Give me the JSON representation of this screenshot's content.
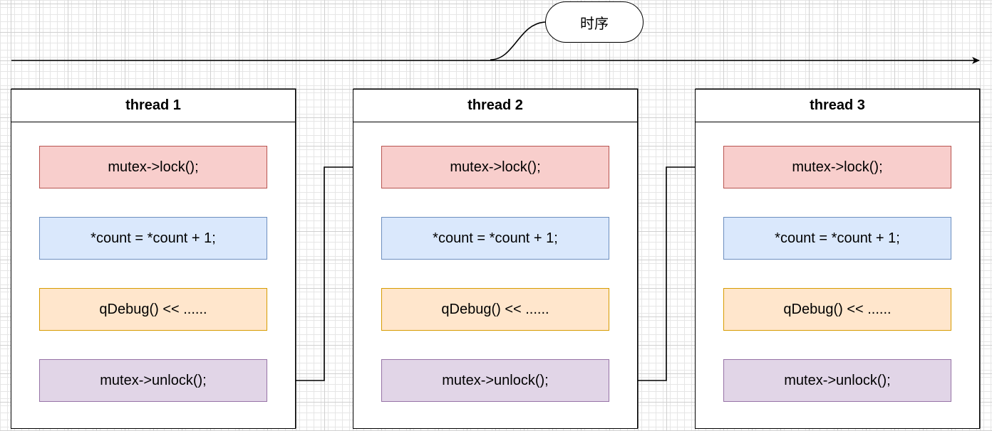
{
  "callout": {
    "label": "时序"
  },
  "threads": [
    {
      "title": "thread 1",
      "steps": [
        "mutex->lock();",
        "*count = *count + 1;",
        "qDebug() << ......",
        "mutex->unlock();"
      ]
    },
    {
      "title": "thread 2",
      "steps": [
        "mutex->lock();",
        "*count = *count + 1;",
        "qDebug() << ......",
        "mutex->unlock();"
      ]
    },
    {
      "title": "thread 3",
      "steps": [
        "mutex->lock();",
        "*count = *count + 1;",
        "qDebug() << ......",
        "mutex->unlock();"
      ]
    }
  ],
  "colors": {
    "lock": {
      "fill": "#f8cecc",
      "stroke": "#b85450"
    },
    "increment": {
      "fill": "#dae8fc",
      "stroke": "#6c8ebf"
    },
    "debug": {
      "fill": "#ffe6cc",
      "stroke": "#d79b00"
    },
    "unlock": {
      "fill": "#e1d5e7",
      "stroke": "#9673a6"
    }
  }
}
